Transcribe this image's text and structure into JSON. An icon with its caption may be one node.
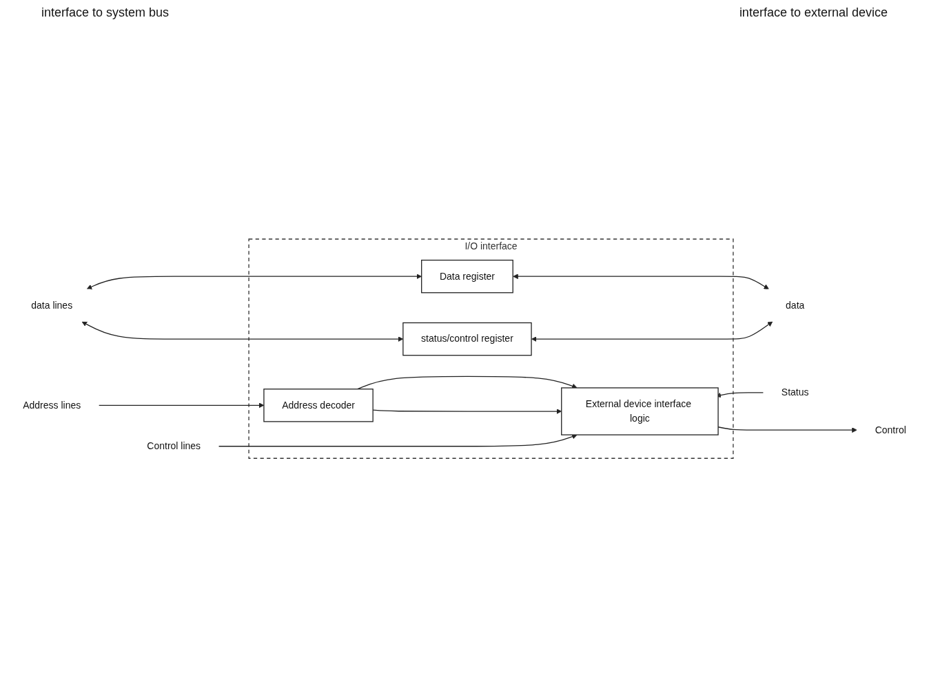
{
  "diagram": {
    "nodes": [
      {
        "text": [
          "I/O interface"
        ]
      },
      {
        "text": [
          "data lines"
        ]
      },
      {
        "text": [
          "Data register"
        ],
        "in": 0
      },
      {
        "text": [
          "status/control register"
        ],
        "in": 0
      },
      {
        "text": [
          "data"
        ]
      },
      {
        "text": [
          "Address lines"
        ]
      },
      {
        "text": [
          "Address decoder"
        ],
        "in": 0
      },
      {
        "text": [
          "External device interface logic"
        ],
        "in": 0
      },
      {
        "text": [
          "Status"
        ]
      },
      {
        "text": [
          "Control lines"
        ]
      },
      {
        "text": [
          "Control"
        ]
      }
    ],
    "edges": [
      {
        "from": 1,
        "to": 2,
        "arrow": "both"
      },
      {
        "from": 1,
        "to": 3,
        "arrow": "both"
      },
      {
        "from": 2,
        "to": 4,
        "arrow": "both"
      },
      {
        "from": 3,
        "to": 4,
        "arrow": "both"
      },
      {
        "from": 5,
        "to": 6,
        "arrow": "to"
      },
      {
        "from": 6,
        "to": 7,
        "arrow": "to"
      },
      {
        "from": 6,
        "to": 7,
        "arrow": "to"
      },
      {
        "from": 9,
        "to": 7,
        "arrow": "to"
      },
      {
        "from": 8,
        "to": 7,
        "arrow": "to"
      },
      {
        "from": 7,
        "to": 10,
        "arrow": "to"
      }
    ],
    "labels": [
      "interface to system bus",
      "interface to external device"
    ]
  }
}
